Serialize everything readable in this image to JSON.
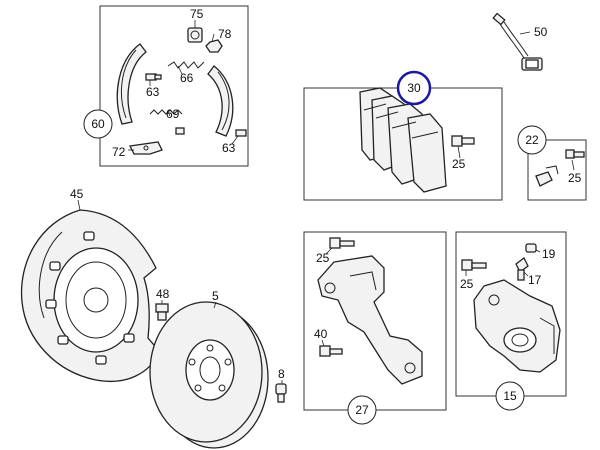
{
  "callouts": {
    "c50": "50",
    "c75": "75",
    "c78": "78",
    "c66": "66",
    "c63a": "63",
    "c69": "69",
    "c63b": "63",
    "c72": "72",
    "c60": "60",
    "c30": "30",
    "c25a": "25",
    "c22": "22",
    "c25b": "25",
    "c45": "45",
    "c48": "48",
    "c5": "5",
    "c8": "8",
    "c25c": "25",
    "c40": "40",
    "c27": "27",
    "c19": "19",
    "c25d": "25",
    "c17": "17",
    "c15": "15"
  },
  "colors": {
    "highlight": "#1a1aa0",
    "ink": "#222222",
    "fill": "#f2f2f2"
  }
}
